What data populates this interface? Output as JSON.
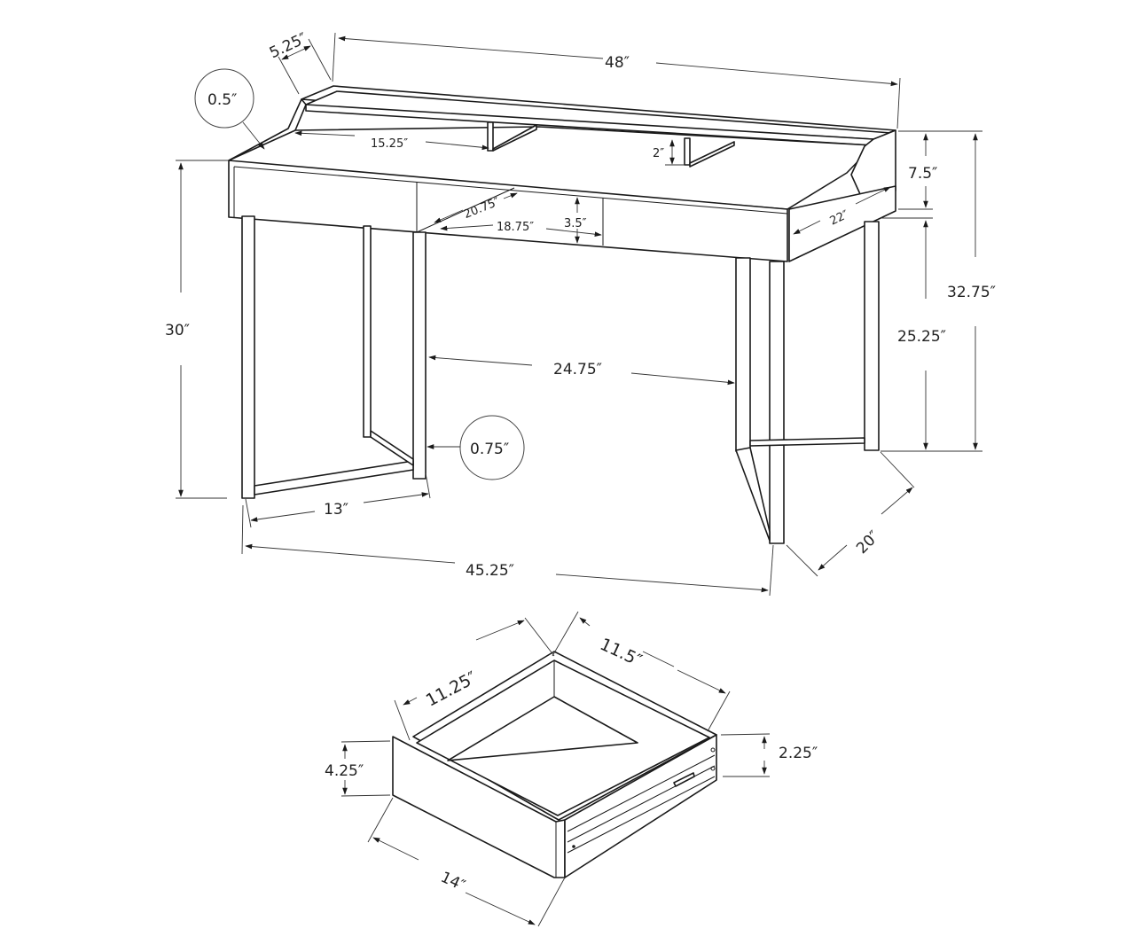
{
  "diagram": {
    "subject": "Writing desk with two drawers, open center, hutch shelf and metal sled legs",
    "units": "inches",
    "desk_dimensions": {
      "hutch_depth": "5.25″",
      "overall_width": "48″",
      "panel_thickness": "0.5″",
      "shelf_opening_width": "15.25″",
      "shelf_clearance": "2″",
      "hutch_height": "7.5″",
      "overall_height": "32.75″",
      "desk_depth_top": "22″",
      "drawer_depth_inner": "20.75″",
      "center_opening_width": "18.75″",
      "center_opening_height": "3.5″",
      "desk_height": "30″",
      "knee_clearance_height": "25.25″",
      "knee_clearance_width": "24.75″",
      "leg_thickness": "0.75″",
      "leg_frame_width": "13″",
      "leg_span_width": "45.25″",
      "leg_depth": "20″"
    },
    "drawer_dimensions": {
      "inner_width": "11.25″",
      "inner_depth": "11.5″",
      "front_height": "4.25″",
      "inner_height": "2.25″",
      "overall_depth": "14″"
    },
    "colors": {
      "line": "#1a1a1a",
      "dimension_line": "#333333",
      "background": "#ffffff"
    }
  }
}
